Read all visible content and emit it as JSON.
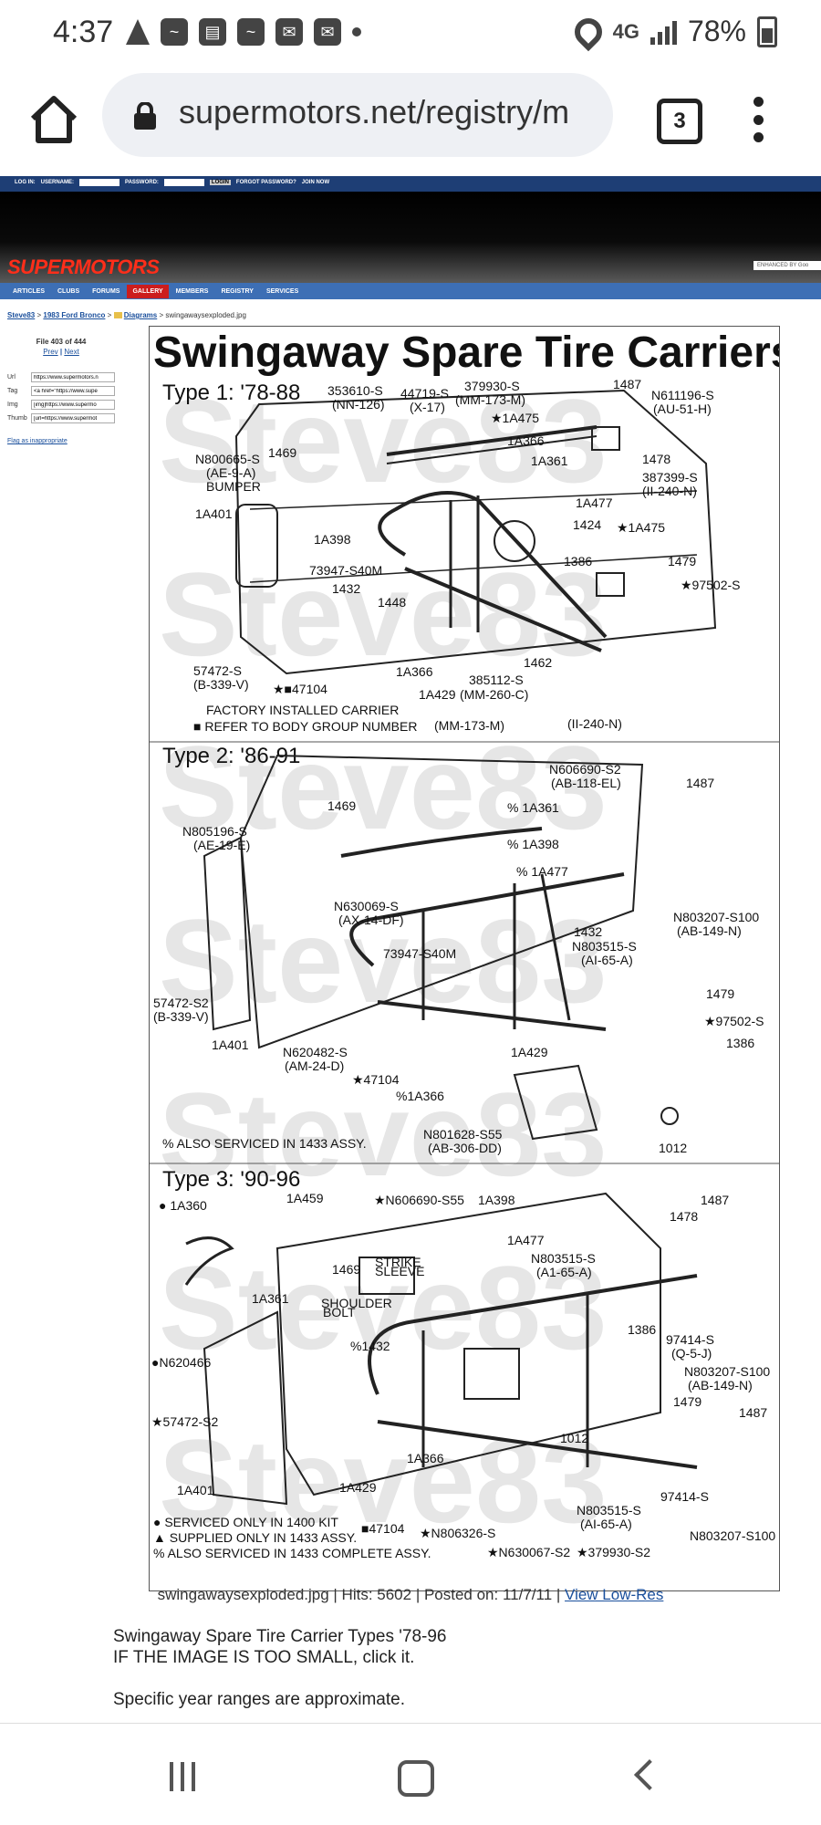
{
  "status_bar": {
    "time": "4:37",
    "network": "4G",
    "battery": "78%"
  },
  "browser": {
    "url": "supermotors.net/registry/m",
    "tab_count": "3"
  },
  "site": {
    "login": {
      "log_in": "LOG IN:",
      "username_label": "USERNAME:",
      "password_label": "PASSWORD:",
      "login_button": "LOGIN",
      "forgot": "FORGOT PASSWORD?",
      "join": "JOIN NOW"
    },
    "logo": "SUPERMOTORS",
    "enhanced_by": "ENHANCED BY Goo",
    "nav": [
      "ARTICLES",
      "CLUBS",
      "FORUMS",
      "GALLERY",
      "MEMBERS",
      "REGISTRY",
      "SERVICES"
    ],
    "nav_active": "GALLERY"
  },
  "breadcrumb": {
    "user": "Steve83",
    "sep": ">",
    "vehicle": "1983 Ford Bronco",
    "folder": "Diagrams",
    "file": "swingawaysexploded.jpg"
  },
  "sidebar": {
    "file_count": "File 403 of 444",
    "prev": "Prev",
    "separator": "|",
    "next": "Next",
    "fields": [
      {
        "label": "Url",
        "value": "https://www.supermotors.n"
      },
      {
        "label": "Tag",
        "value": "<a href=\"https://www.supe"
      },
      {
        "label": "Img",
        "value": "[img]https://www.supermo"
      },
      {
        "label": "Thumb",
        "value": "[url=https://www.supermot"
      }
    ],
    "flag": "Flag as inappropriate"
  },
  "diagram": {
    "title": "Swingaway Spare Tire Carriers",
    "watermark": "Steve83",
    "type1": {
      "title": "Type 1: '78-88",
      "labels": [
        "353610-S",
        "(NN-126)",
        "44719-S",
        "(X-17)",
        "379930-S",
        "(MM-173-M)",
        "1487",
        "N611196-S",
        "(AU-51-H)",
        "★1A475",
        "1A366",
        "1A361",
        "N800665-S",
        "(AE-9-A)",
        "BUMPER",
        "1469",
        "1478",
        "387399-S",
        "(II-240-N)",
        "1A401",
        "1A477",
        "1A398",
        "1424",
        "★1A475",
        "73947-S40M",
        "1386",
        "1479",
        "1432",
        "1448",
        "★97502-S",
        "57472-S",
        "(B-339-V)",
        "1A366",
        "1462",
        "★■47104",
        "1A429",
        "385112-S",
        "(MM-260-C)",
        "(MM-173-M)",
        "(II-240-N)"
      ],
      "note1": "FACTORY INSTALLED CARRIER",
      "note2": "■ REFER TO BODY GROUP NUMBER"
    },
    "type2": {
      "title": "Type 2: '86-91",
      "labels": [
        "N606690-S2",
        "(AB-118-EL)",
        "1487",
        "1469",
        "% 1A361",
        "N805196-S",
        "(AE-19-E)",
        "% 1A398",
        "% 1A477",
        "N803207-S100",
        "(AB-149-N)",
        "N630069-S",
        "(AX-14-DF)",
        "1432",
        "73947-S40M",
        "N803515-S",
        "(AI-65-A)",
        "57472-S2",
        "(B-339-V)",
        "1479",
        "★97502-S",
        "1A401",
        "1386",
        "N620482-S",
        "(AM-24-D)",
        "★47104",
        "%1A366",
        "1A429",
        "N801628-S55",
        "(AB-306-DD)",
        "1012"
      ],
      "note": "% ALSO SERVICED IN 1433 ASSY."
    },
    "type3": {
      "title": "Type 3: '90-96",
      "labels": [
        "● 1A360",
        "1A459",
        "★N606690-S55",
        "1A398",
        "1487",
        "1478",
        "1A477",
        "N803515-S",
        "(A1-65-A)",
        "1469",
        "STRIKE",
        "SLEEVE",
        "SHOULDER",
        "BOLT",
        "1A361",
        "1386",
        "97414-S",
        "(Q-5-J)",
        "%1432",
        "N803207-S100",
        "(AB-149-N)",
        "●N620466",
        "1479",
        "1487",
        "★57472-S2",
        "1012",
        "1A366",
        "1A401",
        "1A429",
        "97414-S",
        "N803515-S",
        "(AI-65-A)",
        "N803207-S100",
        "■47104",
        "★N806326-S",
        "★N630067-S2",
        "★379930-S2"
      ],
      "notes": [
        "● SERVICED ONLY IN 1400 KIT",
        "▲ SUPPLIED ONLY IN 1433 ASSY.",
        "% ALSO SERVICED IN 1433 COMPLETE ASSY."
      ]
    }
  },
  "caption": {
    "text": "swingawaysexploded.jpg | Hits: 5602 | Posted on: 11/7/11 | ",
    "link": "View Low-Res"
  },
  "description": {
    "line1": "Swingaway Spare Tire Carrier Types '78-96",
    "line2": "IF THE IMAGE IS TOO SMALL, click it.",
    "line3": "Specific year ranges are approximate."
  }
}
